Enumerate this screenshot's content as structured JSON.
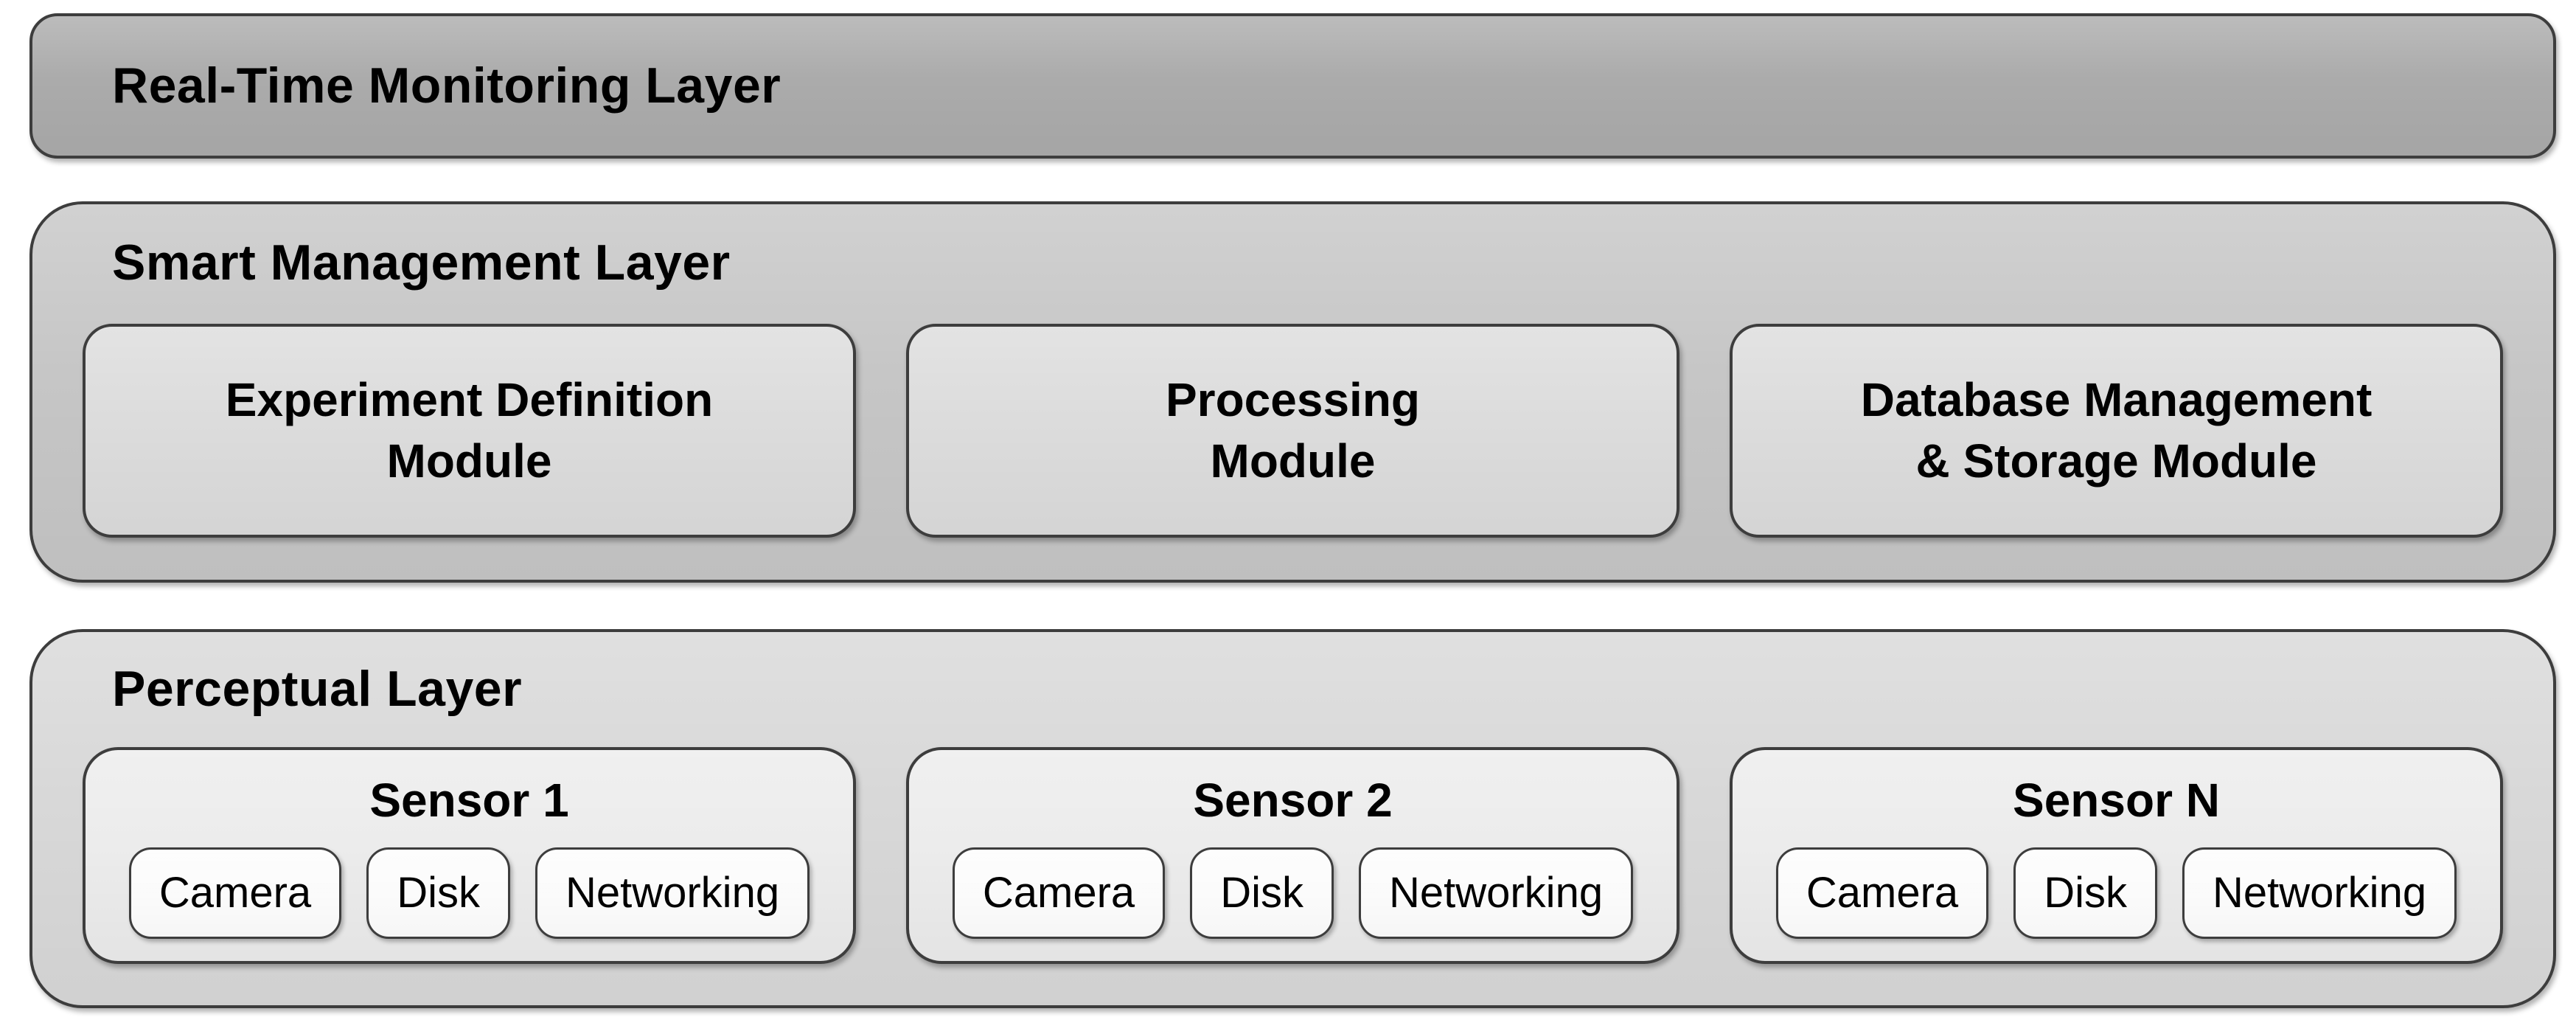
{
  "layers": {
    "monitoring": {
      "title": "Real-Time Monitoring Layer"
    },
    "management": {
      "title": "Smart Management Layer",
      "modules": [
        {
          "line1": "Experiment Definition",
          "line2": "Module"
        },
        {
          "line1": "Processing",
          "line2": "Module"
        },
        {
          "line1": "Database Management",
          "line2": "& Storage Module"
        }
      ]
    },
    "perceptual": {
      "title": "Perceptual Layer",
      "sensors": [
        {
          "name": "Sensor 1",
          "components": [
            "Camera",
            "Disk",
            "Networking"
          ]
        },
        {
          "name": "Sensor 2",
          "components": [
            "Camera",
            "Disk",
            "Networking"
          ]
        },
        {
          "name": "Sensor N",
          "components": [
            "Camera",
            "Disk",
            "Networking"
          ]
        }
      ]
    }
  },
  "colors": {
    "monitoring-fill": "#ababab",
    "management-fill": "#c6c6c6",
    "module-fill": "#dcdcdc",
    "perceptual-fill": "#d8d8d8",
    "sensor-fill": "#ececec",
    "component-fill": "#fbfbfb",
    "border": "#3d3d3d",
    "text": "#000000",
    "background": "#ffffff"
  }
}
